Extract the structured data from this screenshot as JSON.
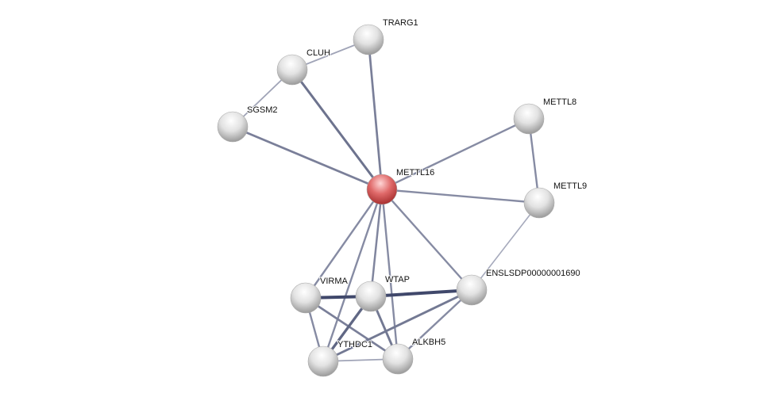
{
  "network": {
    "query_node": "METTL16",
    "colors": {
      "query": "#e05a5a",
      "node": "#dcdcdc",
      "edge_dark": "#3a4266",
      "edge_light": "#b9bccb"
    },
    "nodes": [
      {
        "id": "TRARG1"
      },
      {
        "id": "CLUH"
      },
      {
        "id": "SGSM2"
      },
      {
        "id": "METTL16"
      },
      {
        "id": "METTL8"
      },
      {
        "id": "METTL9"
      },
      {
        "id": "ENSLSDP00000001690"
      },
      {
        "id": "VIRMA"
      },
      {
        "id": "WTAP"
      },
      {
        "id": "YTHDC1"
      },
      {
        "id": "ALKBH5"
      }
    ],
    "edges": [
      {
        "a": "CLUH",
        "b": "TRARG1",
        "strength": 0.2
      },
      {
        "a": "CLUH",
        "b": "SGSM2",
        "strength": 0.2
      },
      {
        "a": "CLUH",
        "b": "METTL16",
        "strength": 0.6
      },
      {
        "a": "SGSM2",
        "b": "METTL16",
        "strength": 0.5
      },
      {
        "a": "TRARG1",
        "b": "METTL16",
        "strength": 0.5
      },
      {
        "a": "METTL8",
        "b": "METTL16",
        "strength": 0.4
      },
      {
        "a": "METTL8",
        "b": "METTL9",
        "strength": 0.4
      },
      {
        "a": "METTL9",
        "b": "METTL16",
        "strength": 0.4
      },
      {
        "a": "METTL9",
        "b": "ENSLSDP00000001690",
        "strength": 0.15
      },
      {
        "a": "METTL16",
        "b": "ENSLSDP00000001690",
        "strength": 0.4
      },
      {
        "a": "METTL16",
        "b": "VIRMA",
        "strength": 0.4
      },
      {
        "a": "METTL16",
        "b": "WTAP",
        "strength": 0.45
      },
      {
        "a": "METTL16",
        "b": "YTHDC1",
        "strength": 0.4
      },
      {
        "a": "METTL16",
        "b": "ALKBH5",
        "strength": 0.4
      },
      {
        "a": "VIRMA",
        "b": "WTAP",
        "strength": 0.95
      },
      {
        "a": "WTAP",
        "b": "ENSLSDP00000001690",
        "strength": 0.95
      },
      {
        "a": "VIRMA",
        "b": "YTHDC1",
        "strength": 0.4
      },
      {
        "a": "VIRMA",
        "b": "ALKBH5",
        "strength": 0.5
      },
      {
        "a": "WTAP",
        "b": "YTHDC1",
        "strength": 0.7
      },
      {
        "a": "WTAP",
        "b": "ALKBH5",
        "strength": 0.55
      },
      {
        "a": "ENSLSDP00000001690",
        "b": "YTHDC1",
        "strength": 0.55
      },
      {
        "a": "ENSLSDP00000001690",
        "b": "ALKBH5",
        "strength": 0.4
      },
      {
        "a": "YTHDC1",
        "b": "ALKBH5",
        "strength": 0.2
      }
    ]
  }
}
